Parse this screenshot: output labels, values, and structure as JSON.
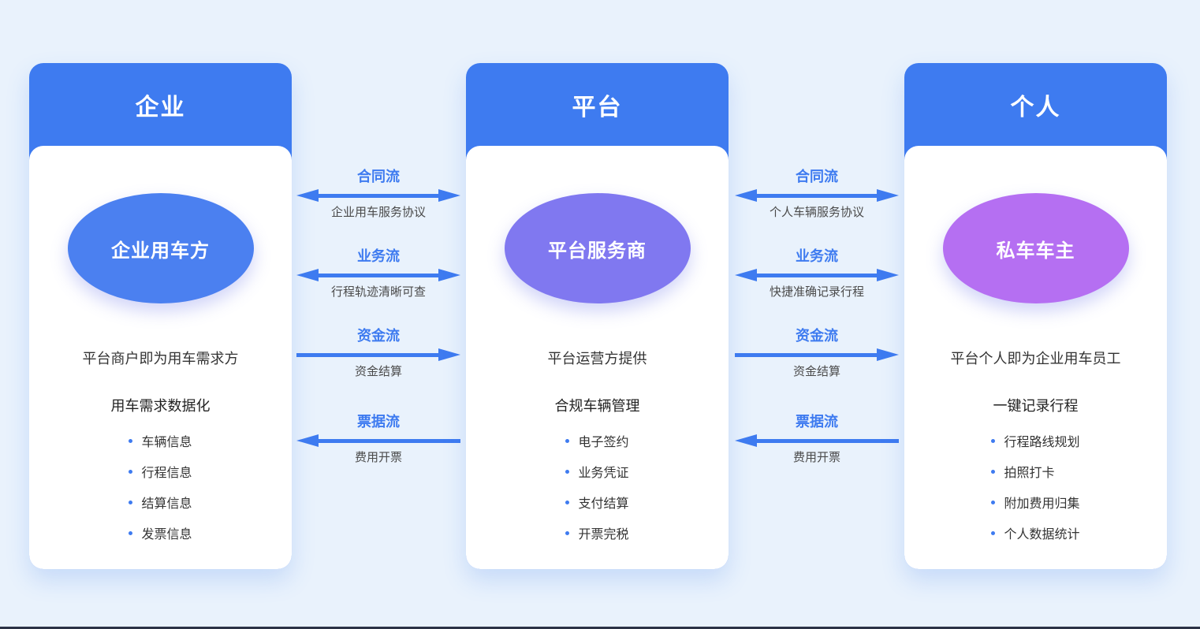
{
  "colors": {
    "background": "#e9f2fc",
    "header_blue": "#3e7bf0",
    "arrow_blue": "#3e7bf0",
    "flow_label_blue": "#3e7bf0",
    "ellipse_enterprise": "#4b80f0",
    "ellipse_platform": "#8078f0",
    "ellipse_owner": "#b56ff2",
    "text_dark": "#333333"
  },
  "cards": [
    {
      "title": "企业",
      "ellipse": "企业用车方",
      "desc": "平台商户即为用车需求方",
      "subtitle": "用车需求数据化",
      "items": [
        "车辆信息",
        "行程信息",
        "结算信息",
        "发票信息"
      ]
    },
    {
      "title": "平台",
      "ellipse": "平台服务商",
      "desc": "平台运营方提供",
      "subtitle": "合规车辆管理",
      "items": [
        "电子签约",
        "业务凭证",
        "支付结算",
        "开票完税"
      ]
    },
    {
      "title": "个人",
      "ellipse": "私车车主",
      "desc": "平台个人即为企业用车员工",
      "subtitle": "一键记录行程",
      "items": [
        "行程路线规划",
        "拍照打卡",
        "附加费用归集",
        "个人数据统计"
      ]
    }
  ],
  "flows": [
    {
      "rows": [
        {
          "label": "合同流",
          "desc": "企业用车服务协议",
          "direction": "both"
        },
        {
          "label": "业务流",
          "desc": "行程轨迹清晰可查",
          "direction": "both"
        },
        {
          "label": "资金流",
          "desc": "资金结算",
          "direction": "right"
        },
        {
          "label": "票据流",
          "desc": "费用开票",
          "direction": "left"
        }
      ]
    },
    {
      "rows": [
        {
          "label": "合同流",
          "desc": "个人车辆服务协议",
          "direction": "both"
        },
        {
          "label": "业务流",
          "desc": "快捷准确记录行程",
          "direction": "both"
        },
        {
          "label": "资金流",
          "desc": "资金结算",
          "direction": "right"
        },
        {
          "label": "票据流",
          "desc": "费用开票",
          "direction": "left"
        }
      ]
    }
  ]
}
